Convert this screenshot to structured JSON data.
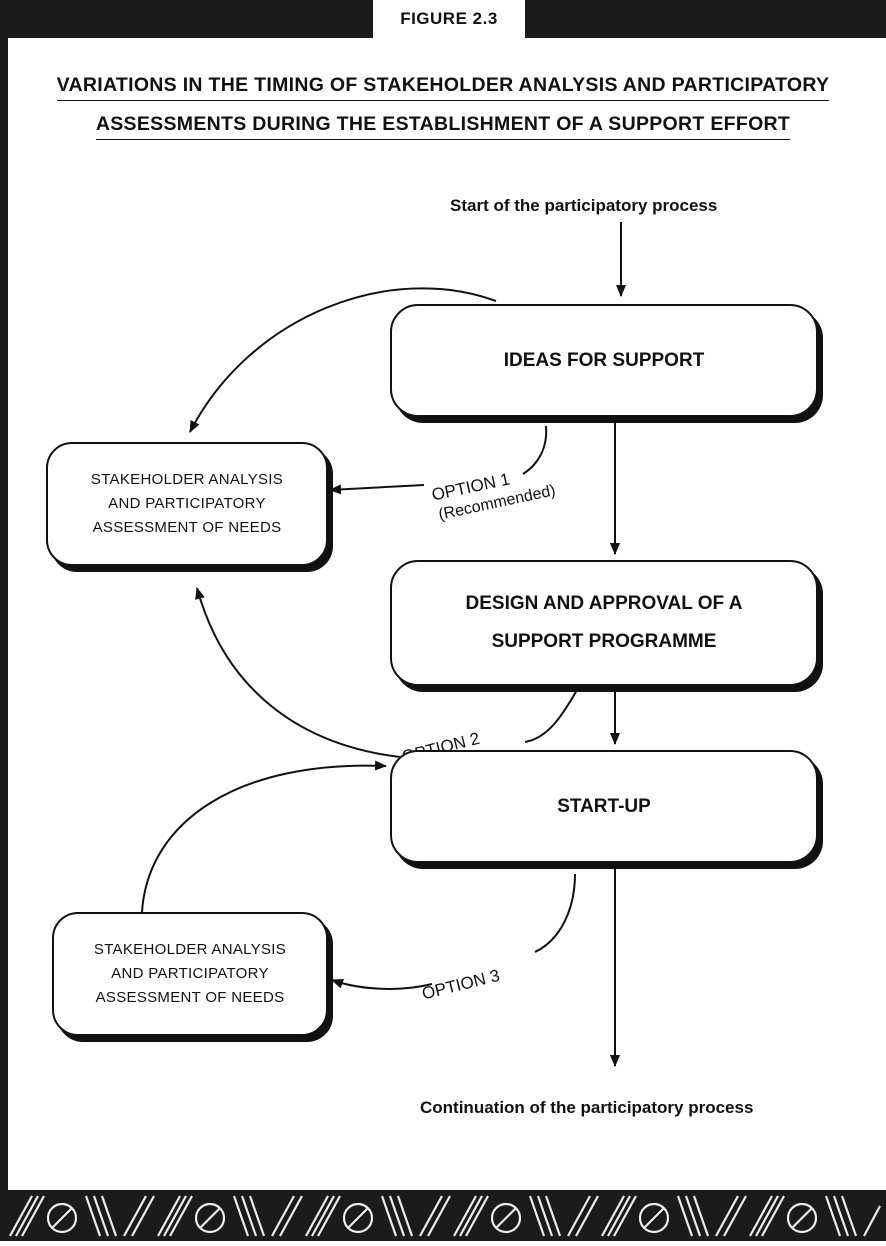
{
  "figure_label": "FIGURE 2.3",
  "title": {
    "line1": "VARIATIONS IN THE TIMING OF STAKEHOLDER ANALYSIS AND PARTICIPATORY",
    "line2": "ASSESSMENTS DURING THE ESTABLISHMENT OF A SUPPORT EFFORT"
  },
  "start_label": "Start of the participatory process",
  "end_label": "Continuation of the participatory process",
  "boxes": {
    "ideas": "IDEAS FOR SUPPORT",
    "design_line1": "DESIGN AND APPROVAL OF A",
    "design_line2": "SUPPORT PROGRAMME",
    "startup": "START-UP",
    "sa_line1": "STAKEHOLDER ANALYSIS",
    "sa_line2": "AND PARTICIPATORY",
    "sa_line3": "ASSESSMENT OF NEEDS"
  },
  "options": {
    "option1": "OPTION 1",
    "option1_note": "(Recommended)",
    "option2": "OPTION 2",
    "option3": "OPTION 3"
  },
  "colors": {
    "ink": "#111111",
    "band": "#1b1b1b",
    "paper": "#ffffff"
  }
}
